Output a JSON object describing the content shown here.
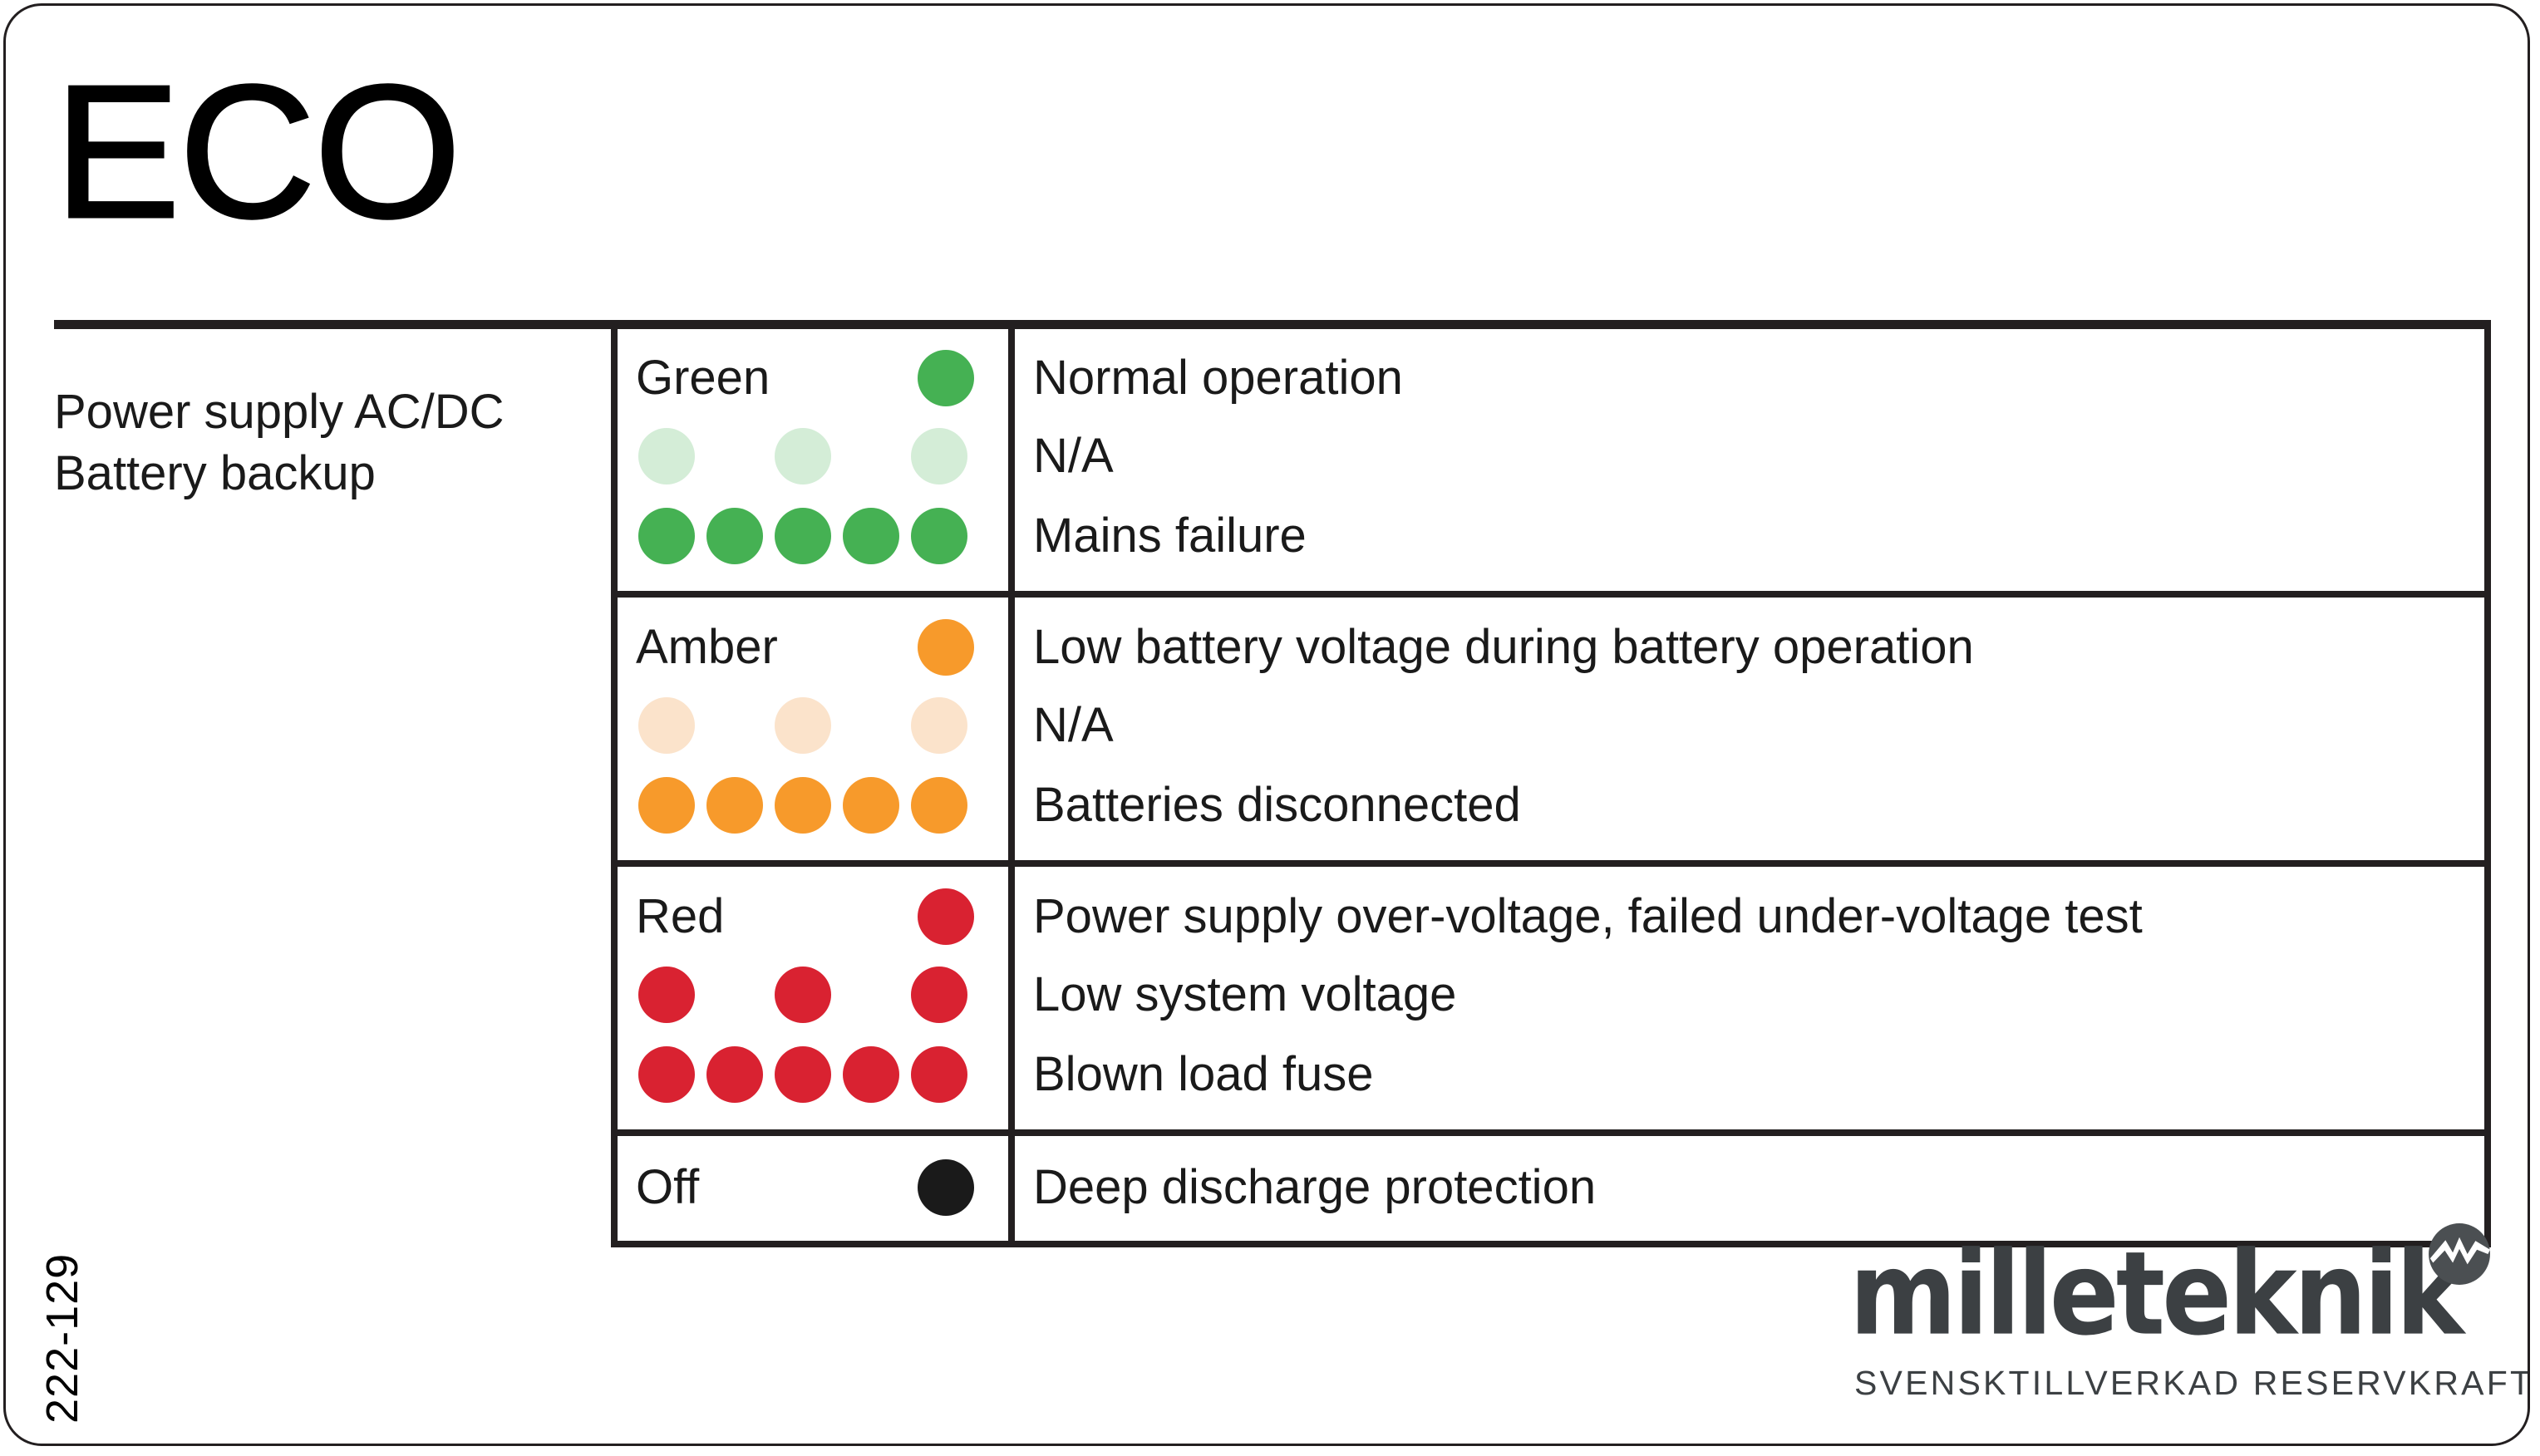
{
  "card": {
    "title": "ECO",
    "subtitle_lines": [
      "Power supply AC/DC",
      "Battery backup"
    ],
    "article_number": "222-129"
  },
  "colors": {
    "green": "#45b153",
    "green_faded": "#d4edd7",
    "amber": "#f79a2b",
    "amber_faded": "#fbe3cb",
    "red": "#d92231",
    "black": "#1a1a1a",
    "border": "#231f20",
    "logo": "#3c4043"
  },
  "status_table": {
    "groups": [
      {
        "name": "green-group",
        "color_label": "Green",
        "color_key": "green",
        "faded_key": "green_faded",
        "rows": [
          {
            "pattern": [
              false,
              false,
              false,
              false,
              true
            ],
            "faded": false,
            "description": "Normal operation"
          },
          {
            "pattern": [
              true,
              false,
              true,
              false,
              true
            ],
            "faded": true,
            "description": "N/A"
          },
          {
            "pattern": [
              true,
              true,
              true,
              true,
              true
            ],
            "faded": false,
            "description": "Mains failure"
          }
        ]
      },
      {
        "name": "amber-group",
        "color_label": "Amber",
        "color_key": "amber",
        "faded_key": "amber_faded",
        "rows": [
          {
            "pattern": [
              false,
              false,
              false,
              false,
              true
            ],
            "faded": false,
            "description": "Low battery voltage during battery operation"
          },
          {
            "pattern": [
              true,
              false,
              true,
              false,
              true
            ],
            "faded": true,
            "description": "N/A"
          },
          {
            "pattern": [
              true,
              true,
              true,
              true,
              true
            ],
            "faded": false,
            "description": "Batteries disconnected"
          }
        ]
      },
      {
        "name": "red-group",
        "color_label": "Red",
        "color_key": "red",
        "faded_key": "red",
        "rows": [
          {
            "pattern": [
              false,
              false,
              false,
              false,
              true
            ],
            "faded": false,
            "description": "Power supply over-voltage, failed under-voltage test"
          },
          {
            "pattern": [
              true,
              false,
              true,
              false,
              true
            ],
            "faded": false,
            "description": "Low system voltage"
          },
          {
            "pattern": [
              true,
              true,
              true,
              true,
              true
            ],
            "faded": false,
            "description": "Blown load fuse"
          }
        ]
      },
      {
        "name": "off-group",
        "color_label": "Off",
        "color_key": "black",
        "faded_key": "black",
        "rows": [
          {
            "pattern": [
              false,
              false,
              false,
              false,
              true
            ],
            "faded": false,
            "description": "Deep discharge protection"
          }
        ]
      }
    ]
  },
  "brand": {
    "wordmark": "milleteknik",
    "tagline": "SVENSKTILLVERKAD RESERVKRAFT",
    "badge_icon": "lightning-m-icon"
  }
}
